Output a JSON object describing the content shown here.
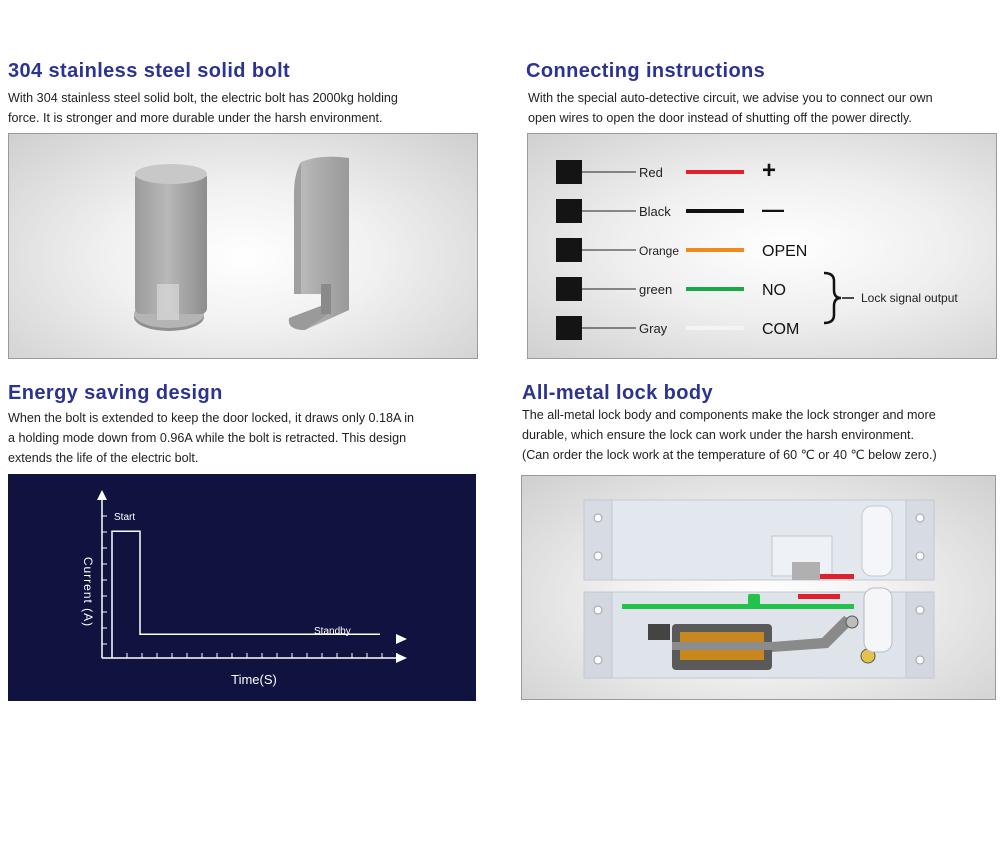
{
  "bolt": {
    "title": "304 stainless steel solid bolt",
    "desc_line1": "With 304 stainless steel solid bolt, the electric bolt has 2000kg holding",
    "desc_line2": "force. It is stronger and more durable under the harsh environment."
  },
  "connect": {
    "title": "Connecting instructions",
    "desc_line1": "With the special auto-detective circuit, we advise you to connect our own",
    "desc_line2": "open wires to open the door instead of shutting off the power directly.",
    "wires": [
      {
        "label": "Red",
        "color": "#e0202a",
        "function": "+"
      },
      {
        "label": "Black",
        "color": "#111111",
        "function": "—"
      },
      {
        "label": "Orange",
        "color": "#f08a1c",
        "function": "OPEN"
      },
      {
        "label": "green",
        "color": "#18a84a",
        "function": "NO"
      },
      {
        "label": "Gray",
        "color": "#f2f2f2",
        "function": "COM"
      }
    ],
    "lock_signal_label": "Lock signal output"
  },
  "energy": {
    "title": "Energy saving design",
    "desc_line1": "When the bolt is extended to keep the door locked, it draws only 0.18A in",
    "desc_line2": "a holding mode down from 0.96A while the bolt is retracted. This design",
    "desc_line3": "extends the life of the electric bolt.",
    "chart_data": {
      "type": "line",
      "xlabel": "Time(S)",
      "ylabel": "Current (A)",
      "annotations": [
        "Start",
        "Standby"
      ],
      "grid": false,
      "series": [
        {
          "values": [
            0.96,
            0.96,
            0.18,
            0.18,
            0.18,
            0.18,
            0.18,
            0.18,
            0.18,
            0.18,
            0.18,
            0.18,
            0.18,
            0.18
          ]
        }
      ]
    }
  },
  "metal": {
    "title": "All-metal lock body",
    "desc_line1": "The all-metal lock body and components make the lock stronger and more",
    "desc_line2": "durable, which ensure the lock can work under the harsh environment.",
    "desc_line3": "(Can order the lock work at the temperature of 60 ℃ or 40 ℃ below zero.)"
  },
  "colors": {
    "title": "#2b3490",
    "chart_bg": "#10133f",
    "steel": "#a7a7a7"
  }
}
